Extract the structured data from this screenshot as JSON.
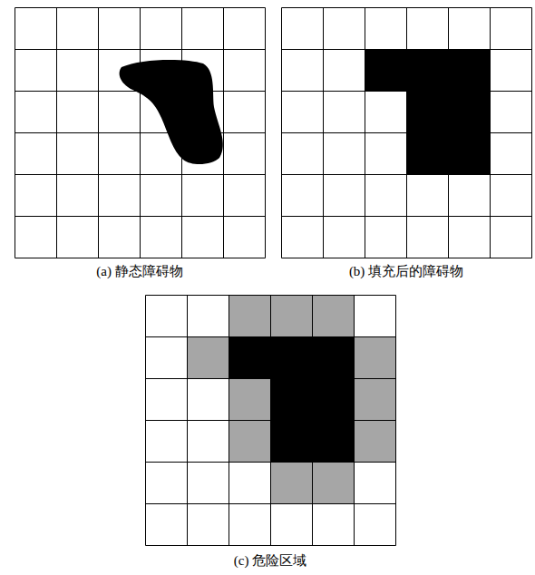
{
  "diagram": {
    "labels": [
      "(a) 静态障碍物",
      "(b) 填充后的障碍物",
      "(c) 危险区域"
    ]
  }
}
